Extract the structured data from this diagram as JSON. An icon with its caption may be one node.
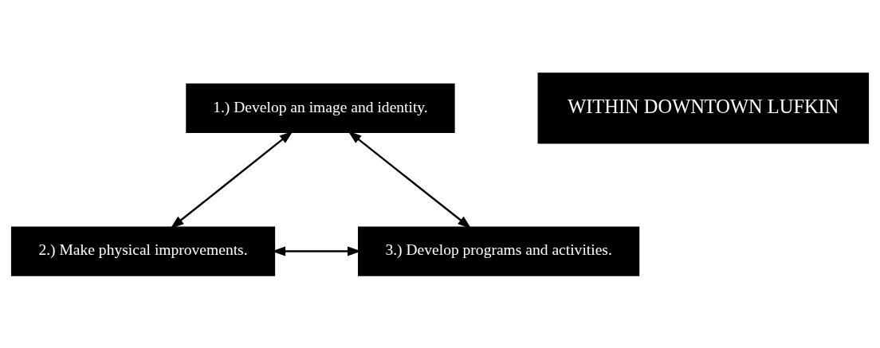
{
  "diagram": {
    "nodes": [
      {
        "text": [
          "1.) Develop an image and identity."
        ]
      },
      {
        "text": [
          "WITHIN DOWNTOWN LUFKIN"
        ]
      },
      {
        "text": [
          "2.) Make physical improvements."
        ]
      },
      {
        "text": [
          "3.) Develop programs and activities."
        ]
      }
    ],
    "edges": [
      {
        "from": 0,
        "to": 2,
        "arrow": "both"
      },
      {
        "from": 0,
        "to": 3,
        "arrow": "both"
      },
      {
        "from": 2,
        "to": 3,
        "arrow": "both"
      }
    ]
  }
}
